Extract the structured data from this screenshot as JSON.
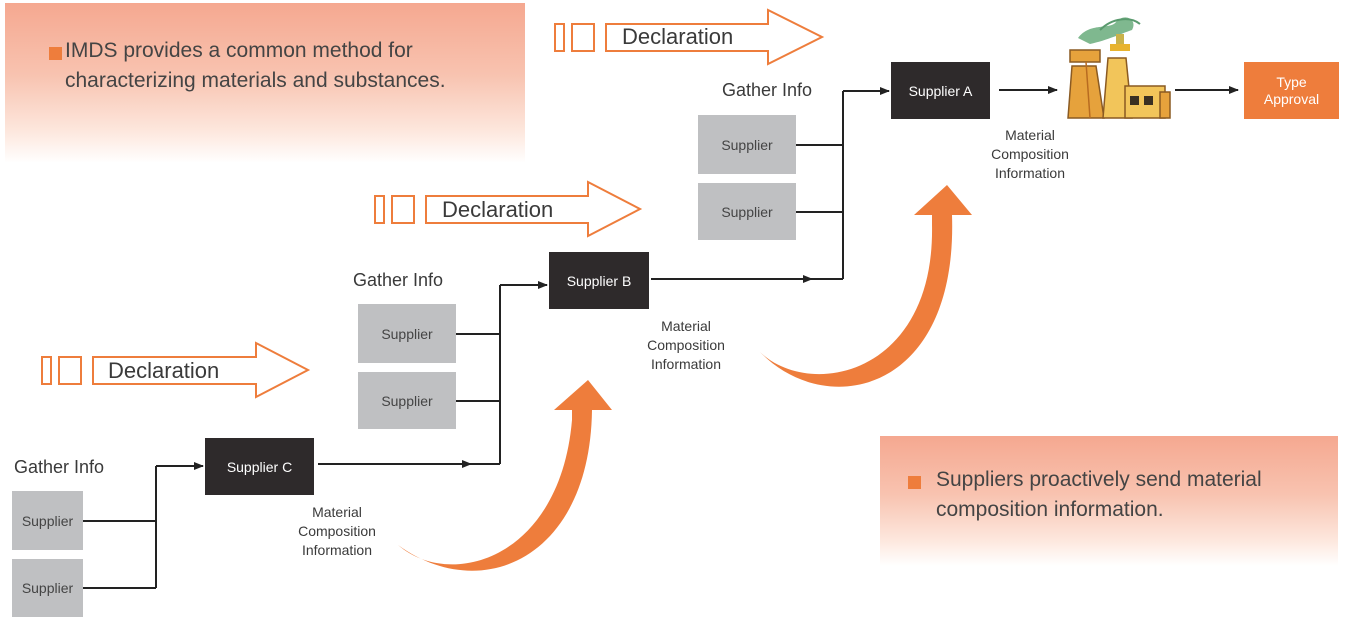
{
  "notes": {
    "top": "IMDS provides a common method for characterizing materials and substances.",
    "bottom": "Suppliers proactively send material composition information."
  },
  "declaration_label": "Declaration",
  "gather_label": "Gather Info",
  "supplier_label": "Supplier",
  "material_info": "Material Composition Information",
  "suppliers": {
    "a": "Supplier A",
    "b": "Supplier B",
    "c": "Supplier C"
  },
  "type_approval": "Type Approval",
  "colors": {
    "accent": "#ee7d3c",
    "dark_box": "#2e2a2b",
    "supplier_box": "#bfc0c2"
  }
}
